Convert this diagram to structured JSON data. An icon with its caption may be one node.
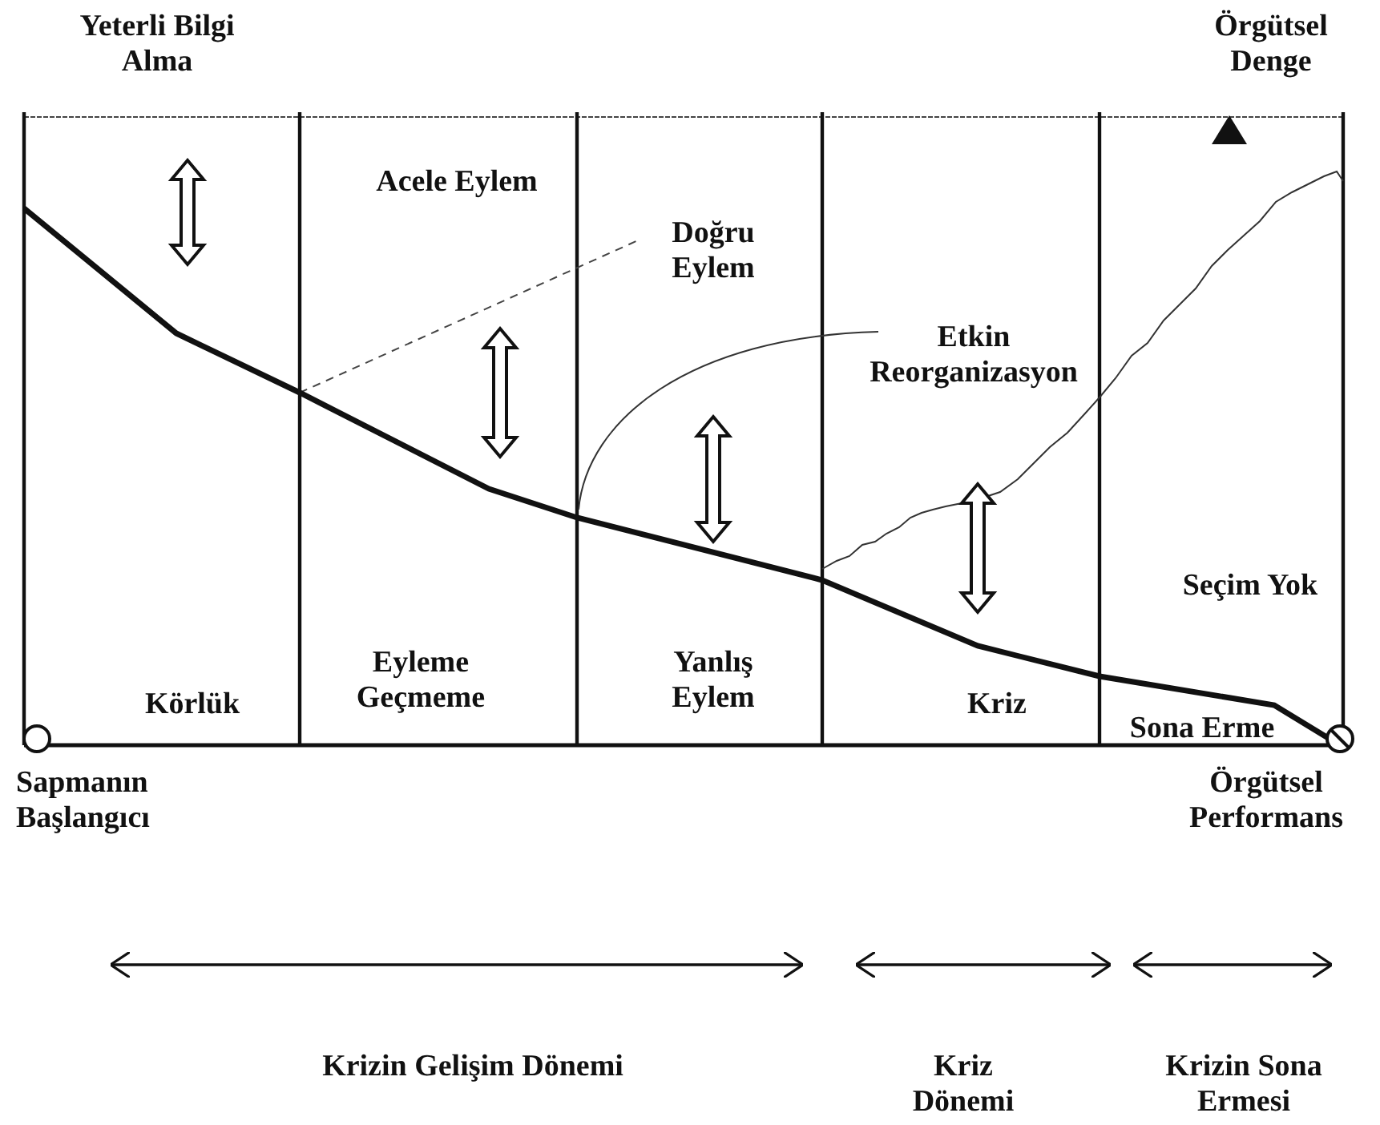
{
  "diagram": {
    "labels": [
      "Yeterli Bilgi Alma",
      "Örgütsel Denge",
      "Acele Eylem",
      "Doğru Eylem",
      "Etkin Reorganizasyon",
      "Seçim Yok",
      "Körlük",
      "Eyleme Geçmeme",
      "Yanlış Eylem",
      "Kriz",
      "Sona Erme",
      "Sapmanın Başlangıcı",
      "Örgütsel Performans",
      "Krizin Gelişim Dönemi",
      "Kriz Dönemi",
      "Krizin Sona Ermesi"
    ]
  }
}
